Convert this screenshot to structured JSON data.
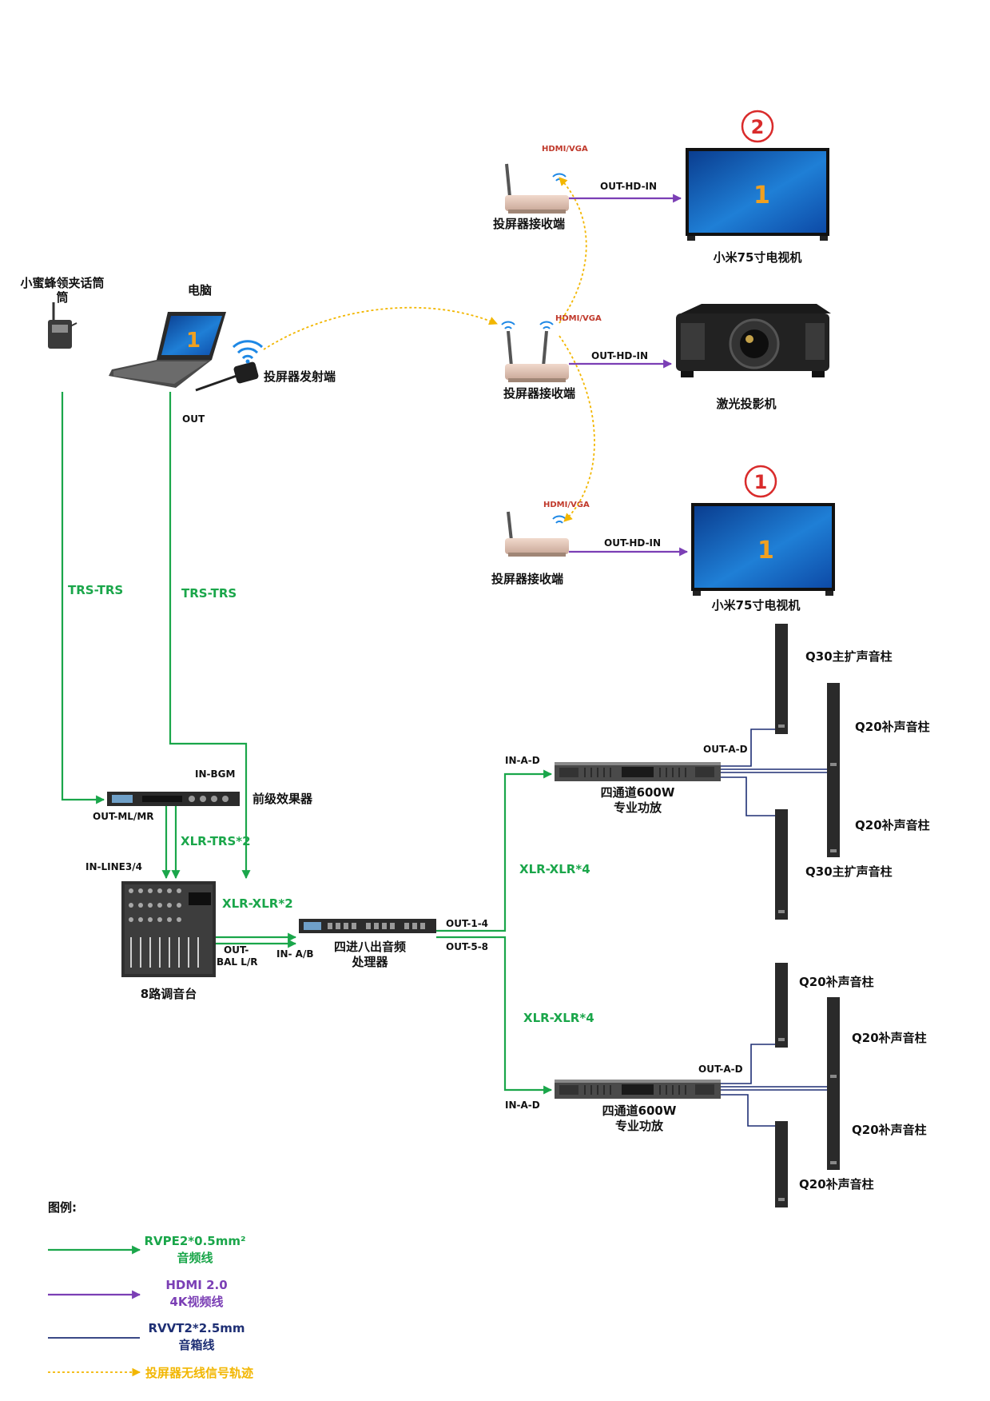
{
  "devices": {
    "mic": "小蜜蜂领夹话筒",
    "pc": "电脑",
    "transmitter": "投屏器发射端",
    "receiver_top": "投屏器接收端",
    "receiver_mid": "投屏器接收端",
    "receiver_bottom": "投屏器接收端",
    "tv_top": "小米75寸电视机",
    "projector": "激光投影机",
    "tv_bottom": "小米75寸电视机",
    "fx": "前级效果器",
    "mixer": "8路调音台",
    "processor_line1": "四进八出音频",
    "processor_line2": "处理器",
    "amp1_line1": "四通道600W",
    "amp1_line2": "专业功放",
    "amp2_line1": "四通道600W",
    "amp2_line2": "专业功放",
    "spk1": "Q30主扩声音柱",
    "spk2": "Q20补声音柱",
    "spk3": "Q20补声音柱",
    "spk4": "Q30主扩声音柱",
    "spk5": "Q20补声音柱",
    "spk6": "Q20补声音柱",
    "spk7": "Q20补声音柱",
    "spk8": "Q20补声音柱"
  },
  "badges": {
    "tv_top": "2",
    "tv_bottom": "1",
    "screen_number": "1"
  },
  "ports": {
    "pc_out": "OUT",
    "hdmi_vga_top": "HDMI/VGA",
    "hdmi_vga_mid": "HDMI/VGA",
    "hdmi_vga_bottom": "HDMI/VGA",
    "out_hd_in_top": "OUT-HD-IN",
    "out_hd_in_mid": "OUT-HD-IN",
    "out_hd_in_bottom": "OUT-HD-IN",
    "in_bgm": "IN-BGM",
    "out_ml_mr": "OUT-ML/MR",
    "in_line34": "IN-LINE3/4",
    "out_bal_1": "OUT-",
    "out_bal_2": "BAL L/R",
    "in_ab": "IN- A/B",
    "out_1_4": "OUT-1-4",
    "out_5_8": "OUT-5-8",
    "in_a_d_1": "IN-A-D",
    "in_a_d_2": "IN-A-D",
    "out_a_d_1": "OUT-A-D",
    "out_a_d_2": "OUT-A-D"
  },
  "cables": {
    "trs_mic": "TRS-TRS",
    "trs_pc": "TRS-TRS",
    "xlr_trs": "XLR-TRS*2",
    "xlr_xlr_2": "XLR-XLR*2",
    "xlr_xlr_4a": "XLR-XLR*4",
    "xlr_xlr_4b": "XLR-XLR*4"
  },
  "legend": {
    "title": "图例:",
    "audio_1": "RVPE2*0.5mm²",
    "audio_2": "音频线",
    "hdmi_1": "HDMI 2.0",
    "hdmi_2": "4K视频线",
    "speaker_1": "RVVT2*2.5mm",
    "speaker_2": "音箱线",
    "wireless": "投屏器无线信号轨迹"
  },
  "colors": {
    "audio": "#1aa64a",
    "hdmi": "#7b3fb5",
    "speaker": "#1e2f74",
    "wireless": "#f2b600",
    "badge": "#d92b2b"
  }
}
